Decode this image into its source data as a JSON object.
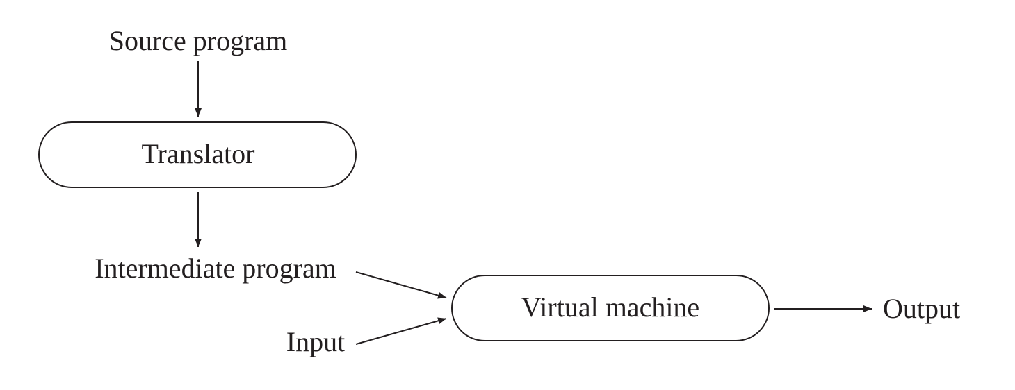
{
  "diagram": {
    "nodes": {
      "source_program": "Source program",
      "translator": "Translator",
      "intermediate_program": "Intermediate program",
      "input": "Input",
      "virtual_machine": "Virtual machine",
      "output": "Output"
    },
    "edges": [
      {
        "from": "source_program",
        "to": "translator"
      },
      {
        "from": "translator",
        "to": "intermediate_program"
      },
      {
        "from": "intermediate_program",
        "to": "virtual_machine"
      },
      {
        "from": "input",
        "to": "virtual_machine"
      },
      {
        "from": "virtual_machine",
        "to": "output"
      }
    ],
    "colors": {
      "ink": "#231f20",
      "background": "#ffffff"
    }
  }
}
